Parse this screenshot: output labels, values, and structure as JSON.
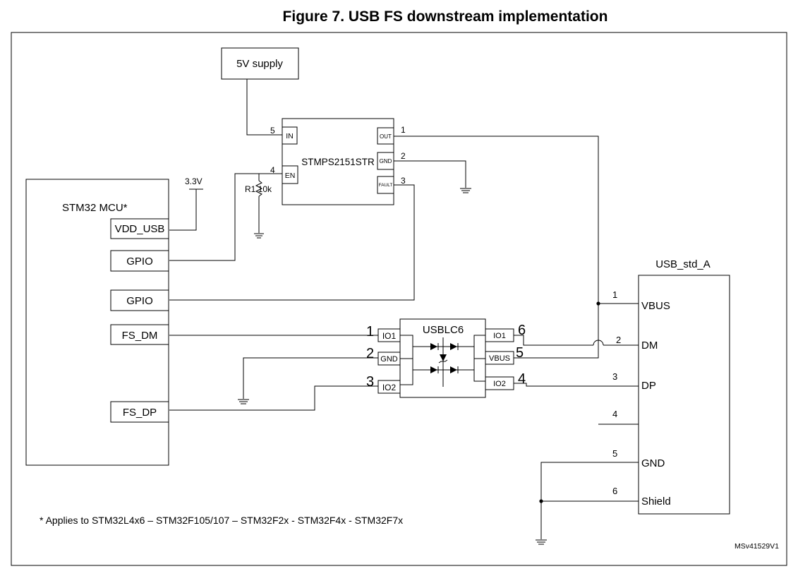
{
  "title": "Figure 7. USB FS downstream implementation",
  "supply": {
    "label": "5V supply"
  },
  "switch_ic": {
    "name": "STMPS2151STR",
    "pins": {
      "in": "IN",
      "en": "EN",
      "out": "OUT",
      "gnd": "GND",
      "fault": "FAULT"
    },
    "pin_numbers": {
      "in": "5",
      "en": "4",
      "out": "1",
      "gnd": "2",
      "fault": "3"
    }
  },
  "resistor": {
    "label": "R1 10k"
  },
  "vdd_rail": "3.3V",
  "mcu": {
    "name": "STM32 MCU*",
    "pins": [
      "VDD_USB",
      "GPIO",
      "GPIO",
      "FS_DM",
      "FS_DP"
    ]
  },
  "esd_ic": {
    "name": "USBLC6",
    "pins_left": [
      "IO1",
      "GND",
      "IO2"
    ],
    "pins_right": [
      "IO1",
      "VBUS",
      "IO2"
    ],
    "pin_numbers_left": [
      "1",
      "2",
      "3"
    ],
    "pin_numbers_right": [
      "6",
      "5",
      "4"
    ]
  },
  "connector": {
    "name": "USB_std_A",
    "pins": [
      "VBUS",
      "DM",
      "DP",
      "",
      "GND",
      "Shield"
    ],
    "pin_numbers": [
      "1",
      "2",
      "3",
      "4",
      "5",
      "6"
    ]
  },
  "footnote": "* Applies to STM32L4x6 – STM32F105/107 – STM32F2x -  STM32F4x -  STM32F7x",
  "ref_code": "MSv41529V1"
}
